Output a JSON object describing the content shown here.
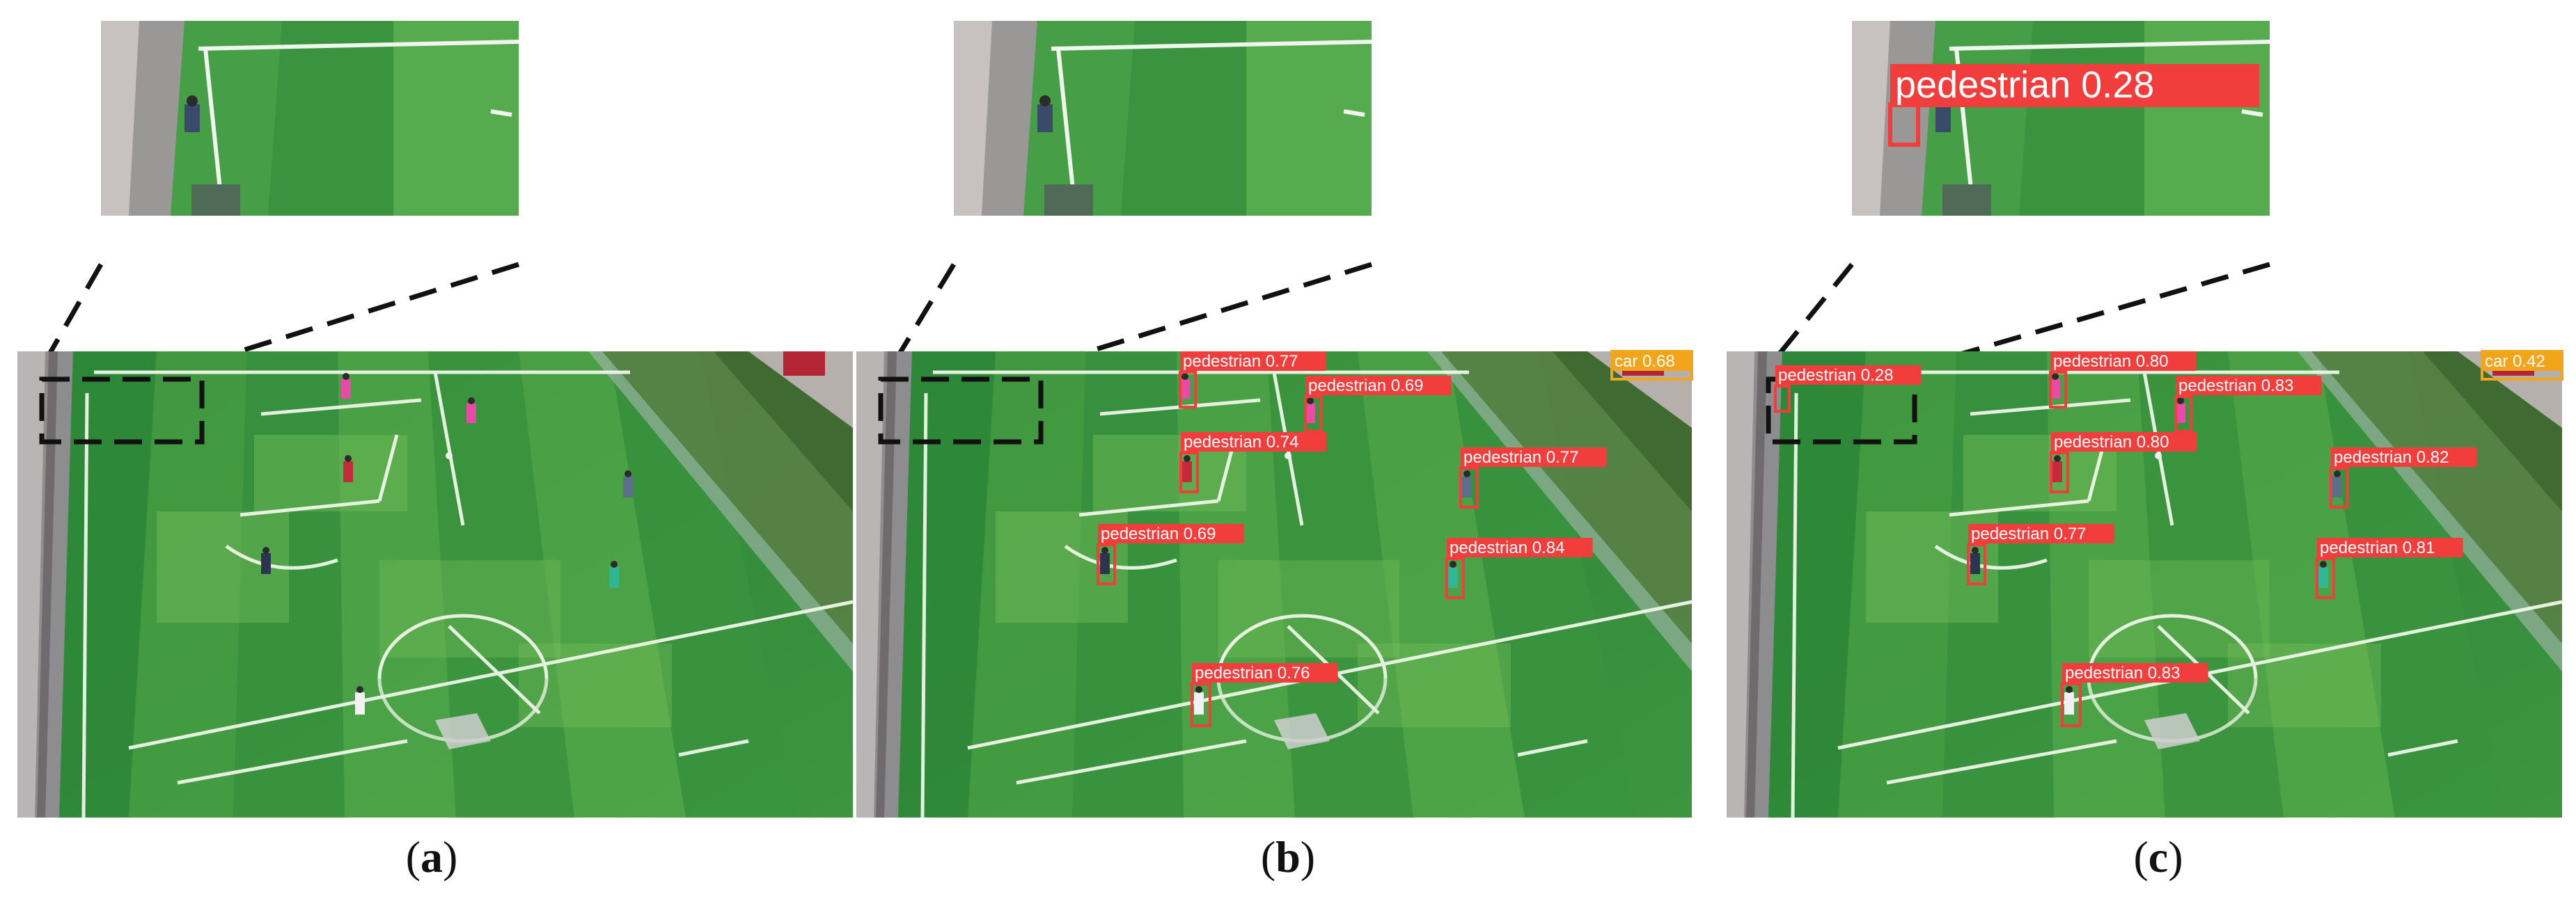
{
  "colors": {
    "field_dark": "#2f8a3a",
    "field_light": "#5bab4a",
    "detection_pedestrian": "#f23d3d",
    "detection_car": "#f2a41a",
    "zoom_guides": "#111111"
  },
  "panels": [
    {
      "caption": "a",
      "detections": []
    },
    {
      "caption": "b",
      "detections": [
        {
          "label": "pedestrian 0.77"
        },
        {
          "label": "pedestrian 0.69"
        },
        {
          "label": "pedestrian 0.74"
        },
        {
          "label": "pedestrian 0.77"
        },
        {
          "label": "pedestrian 0.69"
        },
        {
          "label": "pedestrian 0.84"
        },
        {
          "label": "pedestrian 0.76"
        },
        {
          "label": "car 0.68"
        }
      ]
    },
    {
      "caption": "c",
      "zoom_detection": "pedestrian 0.28",
      "detections": [
        {
          "label": "pedestrian 0.28"
        },
        {
          "label": "pedestrian 0.80"
        },
        {
          "label": "pedestrian 0.83"
        },
        {
          "label": "pedestrian 0.80"
        },
        {
          "label": "pedestrian 0.82"
        },
        {
          "label": "pedestrian 0.77"
        },
        {
          "label": "pedestrian 0.81"
        },
        {
          "label": "pedestrian 0.83"
        },
        {
          "label": "car 0.42"
        }
      ]
    }
  ]
}
